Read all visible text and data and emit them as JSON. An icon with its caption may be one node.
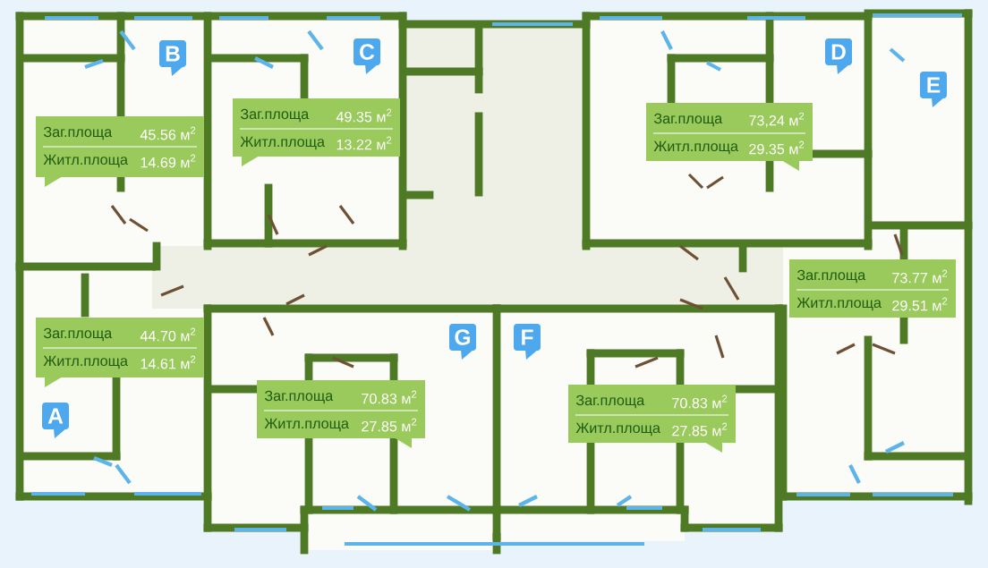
{
  "diagram": {
    "nodes": [
      {
        "text": [
          "B"
        ]
      },
      {
        "text": [
          "C"
        ]
      },
      {
        "text": [
          "D"
        ]
      },
      {
        "text": [
          "E"
        ]
      },
      {
        "text": [
          "Заг.площа",
          "45.56 м$^{2}$",
          "Житл.площа",
          "14.69 м$^{2}$"
        ]
      },
      {
        "text": [
          "Заг.площа",
          "49.35 м$^{2}$",
          "Житл.площа",
          "13.22 м$^{2}$"
        ]
      },
      {
        "text": [
          "Заг.площа",
          "73,24 м$^{2}$",
          "Житл.площа",
          "29.35 м$^{2}$"
        ]
      },
      {
        "text": [
          "Заг.площа",
          "73.77 м$^{2}$",
          "Житл.площа",
          "29.51 м$^{2}$"
        ]
      },
      {
        "text": [
          "Заг.площа",
          "44.70 м$^{2}$",
          "Житл.площа",
          "14.61 м$^{2}$"
        ]
      },
      {
        "text": [
          "G"
        ]
      },
      {
        "text": [
          "F"
        ]
      },
      {
        "text": [
          "A"
        ]
      },
      {
        "text": [
          "Заг.площа",
          "70.83 м$^{2}$",
          "Житл.площа",
          "27.85 м$^{2}$"
        ]
      },
      {
        "text": [
          "Заг.площа",
          "70.83 м$^{2}$",
          "Житл.площа",
          "27.85 м$^{2}$"
        ]
      }
    ]
  }
}
